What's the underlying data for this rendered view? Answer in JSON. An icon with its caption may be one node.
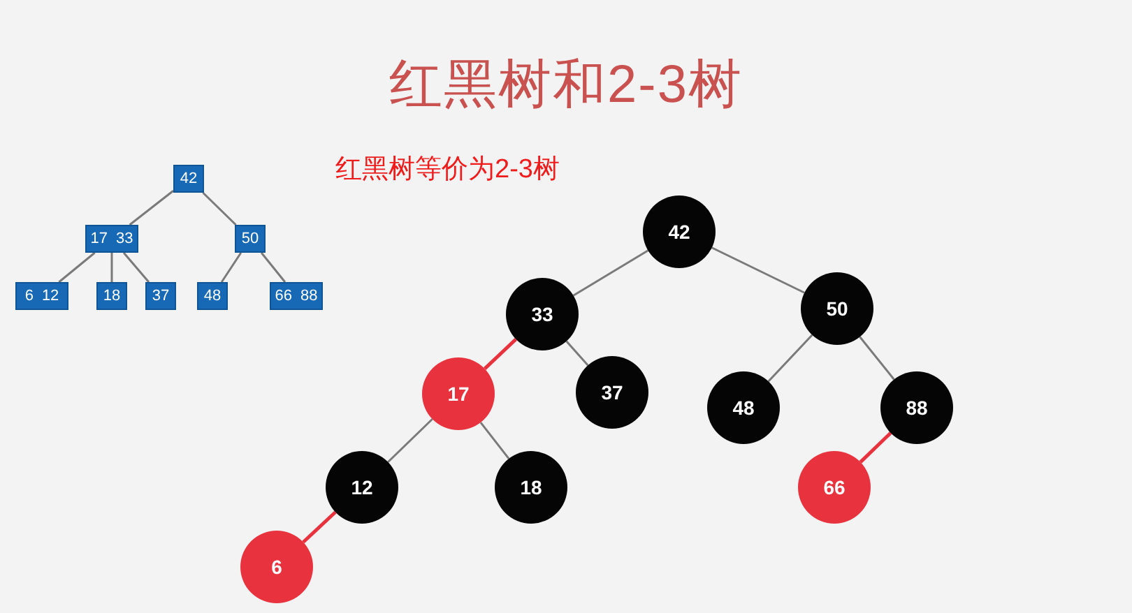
{
  "diagram": {
    "title": "红黑树和2-3树",
    "nodes": [
      {
        "text": [
          "42"
        ]
      },
      {
        "text": [
          "17",
          "33"
        ]
      },
      {
        "text": [
          "50"
        ]
      },
      {
        "text": [
          "6",
          "12"
        ]
      },
      {
        "text": [
          "18"
        ]
      },
      {
        "text": [
          "37"
        ]
      },
      {
        "text": [
          "48"
        ]
      },
      {
        "text": [
          "66",
          "88"
        ]
      },
      {
        "text": [
          "42"
        ]
      },
      {
        "text": [
          "33"
        ]
      },
      {
        "text": [
          "50"
        ]
      },
      {
        "text": [
          "17"
        ]
      },
      {
        "text": [
          "37"
        ]
      },
      {
        "text": [
          "48"
        ]
      },
      {
        "text": [
          "88"
        ]
      },
      {
        "text": [
          "12"
        ]
      },
      {
        "text": [
          "18"
        ]
      },
      {
        "text": [
          "66"
        ]
      },
      {
        "text": [
          "6"
        ]
      }
    ],
    "edges": [
      {
        "from": 0,
        "to": 1,
        "arrow": "none"
      },
      {
        "from": 0,
        "to": 2,
        "arrow": "none"
      },
      {
        "from": 1,
        "to": 3,
        "arrow": "none"
      },
      {
        "from": 1,
        "to": 4,
        "arrow": "none"
      },
      {
        "from": 1,
        "to": 5,
        "arrow": "none"
      },
      {
        "from": 2,
        "to": 6,
        "arrow": "none"
      },
      {
        "from": 2,
        "to": 7,
        "arrow": "none"
      },
      {
        "from": 8,
        "to": 9,
        "arrow": "none"
      },
      {
        "from": 8,
        "to": 10,
        "arrow": "none"
      },
      {
        "from": 9,
        "to": 11,
        "arrow": "none",
        "color": "#e8333f"
      },
      {
        "from": 9,
        "to": 12,
        "arrow": "none"
      },
      {
        "from": 10,
        "to": 13,
        "arrow": "none"
      },
      {
        "from": 10,
        "to": 14,
        "arrow": "none"
      },
      {
        "from": 11,
        "to": 15,
        "arrow": "none"
      },
      {
        "from": 11,
        "to": 16,
        "arrow": "none"
      },
      {
        "from": 15,
        "to": 18,
        "arrow": "none",
        "color": "#e8333f"
      },
      {
        "from": 14,
        "to": 17,
        "arrow": "none",
        "color": "#e8333f"
      }
    ],
    "labels": [
      "红黑树等价为2-3树"
    ]
  }
}
